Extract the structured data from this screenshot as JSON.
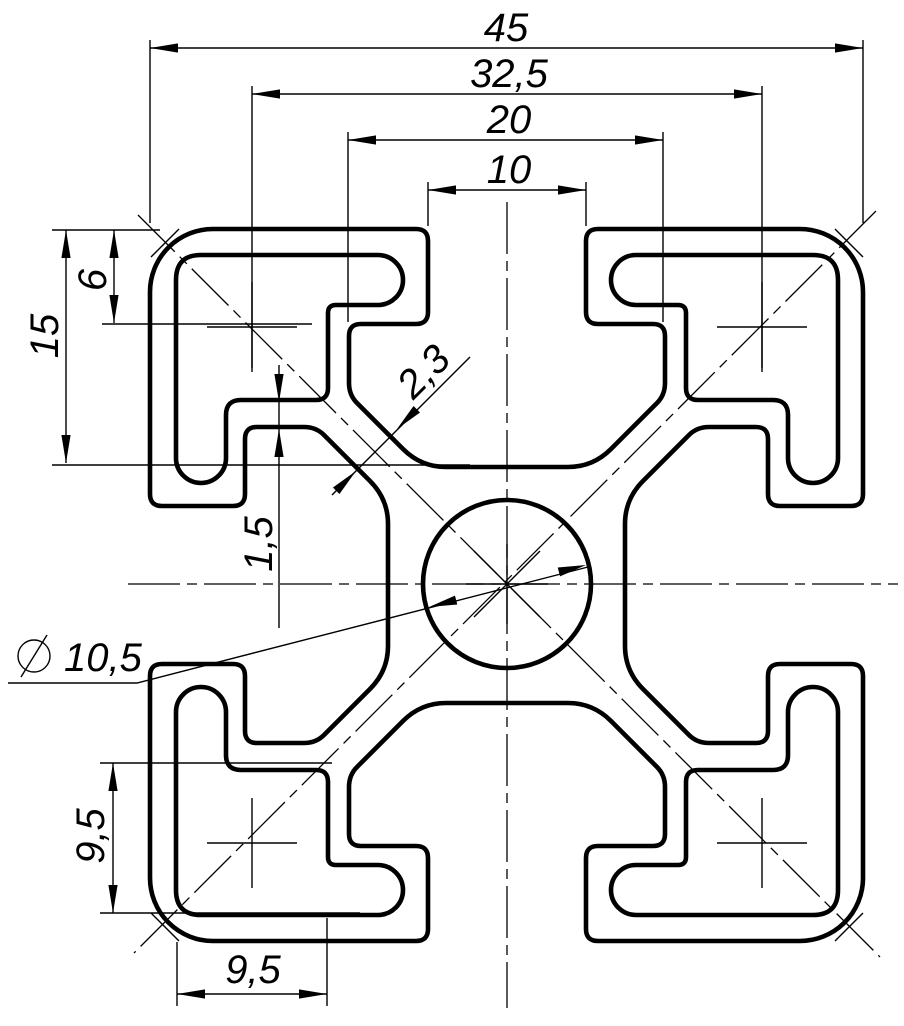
{
  "drawing": {
    "type": "technical-cross-section",
    "subject": "aluminium T-slot extrusion profile 45x45",
    "colors": {
      "background": "#ffffff",
      "line": "#000000"
    },
    "dimensions": {
      "total_width": "45",
      "slot_center_spacing": "32,5",
      "slot_inner_width": "20",
      "slot_opening_width": "10",
      "lip_depth": "6",
      "cavity_depth": "15",
      "chamber_to_slot_wall": "1,5",
      "core_wall_thickness": "2,3",
      "chamber_height": "9,5",
      "chamber_width": "9,5",
      "center_bore": {
        "symbol": "∅",
        "value": "10,5"
      }
    }
  }
}
